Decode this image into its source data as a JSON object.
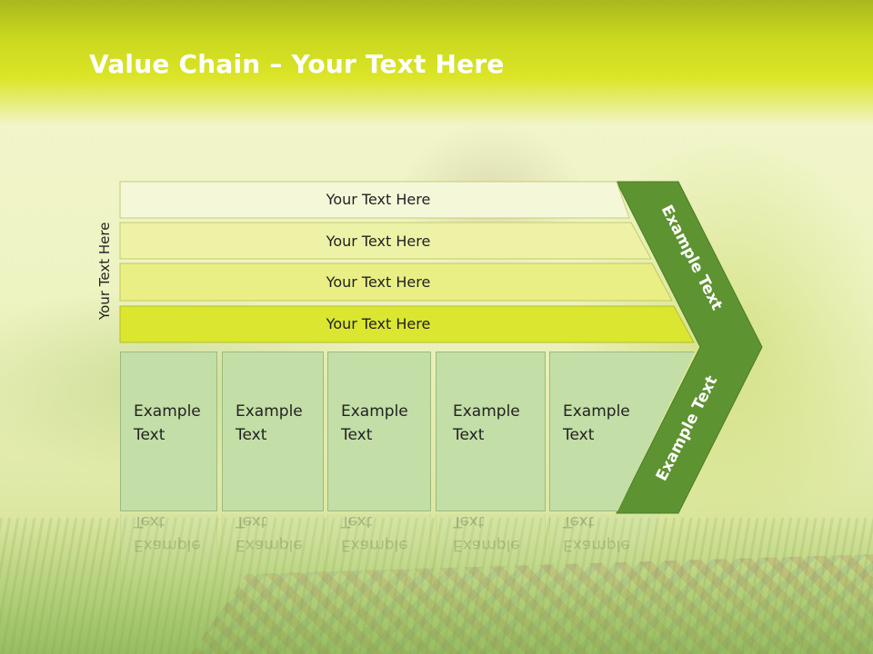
{
  "slide": {
    "title_bold": "Value Chain",
    "title_rest": " – Your Text Here",
    "side_label": "Your Text Here"
  },
  "rows": [
    {
      "label": "Your Text Here",
      "color": "#f5f8d8"
    },
    {
      "label": "Your Text Here",
      "color": "#eef2a6"
    },
    {
      "label": "Your Text Here",
      "color": "#e9ef84"
    },
    {
      "label": "Your Text Here",
      "color": "#dbe630"
    }
  ],
  "boxes": [
    {
      "line1": "Example",
      "line2": "Text"
    },
    {
      "line1": "Example",
      "line2": "Text"
    },
    {
      "line1": "Example",
      "line2": "Text"
    },
    {
      "line1": "Example",
      "line2": "Text"
    },
    {
      "line1": "Example",
      "line2": "Text"
    }
  ],
  "chevron": {
    "top_label": "Example Text",
    "bottom_label": "Example Text",
    "color": "#5e9331"
  }
}
